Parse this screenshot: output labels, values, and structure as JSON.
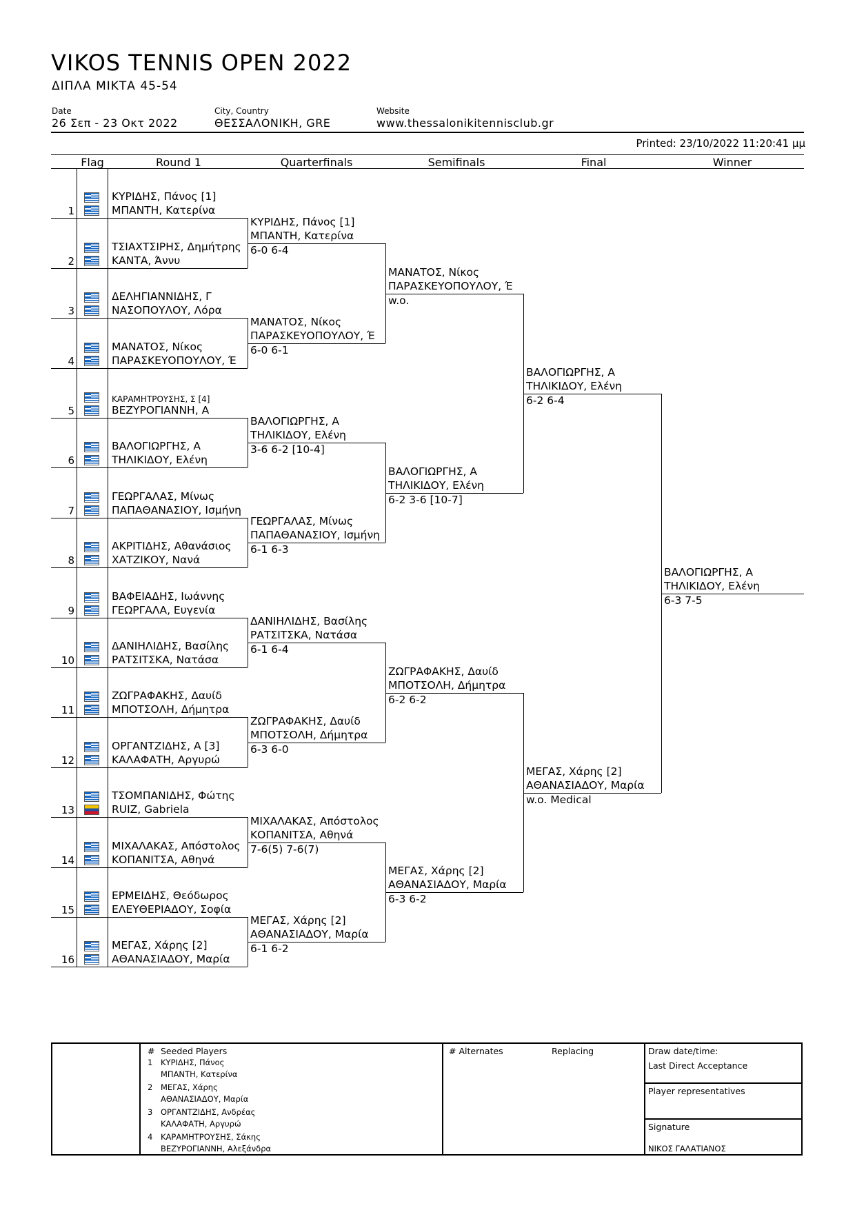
{
  "header": {
    "title": "VIKOS TENNIS OPEN 2022",
    "subtitle": "ΔΙΠΛΑ ΜΙΚΤΑ 45-54",
    "date_label": "Date",
    "date_value": "26 Σεπ - 23 Οκτ 2022",
    "city_label": "City, Country",
    "city_value": "ΘΕΣΣΑΛΟΝΙΚΗ, GRE",
    "website_label": "Website",
    "website_value": "www.thessalonikitennisclub.gr",
    "printed": "Printed: 23/10/2022 11:20:41 μμ"
  },
  "columns": {
    "flag": "Flag",
    "round1": "Round 1",
    "qf": "Quarterfinals",
    "sf": "Semifinals",
    "final": "Final",
    "winner": "Winner"
  },
  "round1": [
    {
      "num": "1",
      "p1": "ΚΥΡΙΔΗΣ, Πάνος [1]",
      "p2": "ΜΠΑΝΤΗ, Κατερίνα",
      "f1": "gre",
      "f2": "gre"
    },
    {
      "num": "2",
      "p1": "ΤΣΙΑΧΤΣΙΡΗΣ, Δημήτρης",
      "p2": "ΚΑΝΤΑ, Άννυ",
      "f1": "gre",
      "f2": "gre"
    },
    {
      "num": "3",
      "p1": "ΔΕΛΗΓΙΑΝΝΙΔΗΣ, Γ",
      "p2": "ΝΑΣΟΠΟΥΛΟΥ, Λόρα",
      "f1": "gre",
      "f2": "gre"
    },
    {
      "num": "4",
      "p1": "ΜΑΝΑΤΟΣ, Νίκος",
      "p2": "ΠΑΡΑΣΚΕΥΟΠΟΥΛΟΥ, Έ",
      "f1": "gre",
      "f2": "gre"
    },
    {
      "num": "5",
      "p1": "ΚΑΡΑΜΗΤΡΟΥΣΗΣ, Σ [4]",
      "p2": "ΒΕΖΥΡΟΓΙΑΝΝΗ, Α",
      "f1": "gre",
      "f2": "gre"
    },
    {
      "num": "6",
      "p1": "ΒΑΛΟΓΙΩΡΓΗΣ, Α",
      "p2": "ΤΗΛΙΚΙΔΟΥ, Ελένη",
      "f1": "gre",
      "f2": "gre"
    },
    {
      "num": "7",
      "p1": "ΓΕΩΡΓΑΛΑΣ, Μίνως",
      "p2": "ΠΑΠΑΘΑΝΑΣΙΟΥ, Ισμήνη",
      "f1": "gre",
      "f2": "gre"
    },
    {
      "num": "8",
      "p1": "ΑΚΡΙΤΙΔΗΣ, Αθανάσιος",
      "p2": "ΧΑΤΖΙΚΟΥ, Νανά",
      "f1": "gre",
      "f2": "gre"
    },
    {
      "num": "9",
      "p1": "ΒΑΦΕΙΑΔΗΣ, Ιωάννης",
      "p2": "ΓΕΩΡΓΑΛΑ, Ευγενία",
      "f1": "gre",
      "f2": "gre"
    },
    {
      "num": "10",
      "p1": "ΔΑΝΙΗΛΙΔΗΣ, Βασίλης",
      "p2": "ΡΑΤΣΙΤΣΚΑ, Νατάσα",
      "f1": "gre",
      "f2": "gre"
    },
    {
      "num": "11",
      "p1": "ΖΩΓΡΑΦΑΚΗΣ, Δαυίδ",
      "p2": "ΜΠΟΤΣΟΛΗ, Δήμητρα",
      "f1": "gre",
      "f2": "gre"
    },
    {
      "num": "12",
      "p1": "ΟΡΓΑΝΤΖΙΔΗΣ, Α [3]",
      "p2": "ΚΑΛΑΦΑΤΗ, Αργυρώ",
      "f1": "gre",
      "f2": "gre"
    },
    {
      "num": "13",
      "p1": "ΤΣΟΜΠΑΝΙΔΗΣ, Φώτης",
      "p2": "RUIZ, Gabriela",
      "f1": "gre",
      "f2": "ven"
    },
    {
      "num": "14",
      "p1": "ΜΙΧΑΛΑΚΑΣ, Απόστολος",
      "p2": "ΚΟΠΑΝΙΤΣΑ, Αθηνά",
      "f1": "gre",
      "f2": "gre"
    },
    {
      "num": "15",
      "p1": "ΕΡΜΕΙΔΗΣ, Θεόδωρος",
      "p2": "ΕΛΕΥΘΕΡΙΑΔΟΥ, Σοφία",
      "f1": "gre",
      "f2": "gre"
    },
    {
      "num": "16",
      "p1": "ΜΕΓΑΣ, Χάρης [2]",
      "p2": "ΑΘΑΝΑΣΙΑΔΟΥ, Μαρία",
      "f1": "gre",
      "f2": "gre"
    }
  ],
  "qf": [
    {
      "p1": "ΚΥΡΙΔΗΣ, Πάνος [1]",
      "p2": "ΜΠΑΝΤΗ, Κατερίνα",
      "score": "6-0 6-4"
    },
    {
      "p1": "ΜΑΝΑΤΟΣ, Νίκος",
      "p2": "ΠΑΡΑΣΚΕΥΟΠΟΥΛΟΥ, Έ",
      "score": "6-0 6-1"
    },
    {
      "p1": "ΒΑΛΟΓΙΩΡΓΗΣ, Α",
      "p2": "ΤΗΛΙΚΙΔΟΥ, Ελένη",
      "score": "3-6 6-2 [10-4]"
    },
    {
      "p1": "ΓΕΩΡΓΑΛΑΣ, Μίνως",
      "p2": "ΠΑΠΑΘΑΝΑΣΙΟΥ, Ισμήνη",
      "score": "6-1 6-3"
    },
    {
      "p1": "ΔΑΝΙΗΛΙΔΗΣ, Βασίλης",
      "p2": "ΡΑΤΣΙΤΣΚΑ, Νατάσα",
      "score": "6-1 6-4"
    },
    {
      "p1": "ΖΩΓΡΑΦΑΚΗΣ, Δαυίδ",
      "p2": "ΜΠΟΤΣΟΛΗ, Δήμητρα",
      "score": "6-3 6-0"
    },
    {
      "p1": "ΜΙΧΑΛΑΚΑΣ, Απόστολος",
      "p2": "ΚΟΠΑΝΙΤΣΑ, Αθηνά",
      "score": "7-6(5) 7-6(7)"
    },
    {
      "p1": "ΜΕΓΑΣ, Χάρης [2]",
      "p2": "ΑΘΑΝΑΣΙΑΔΟΥ, Μαρία",
      "score": "6-1 6-2"
    }
  ],
  "sf": [
    {
      "p1": "ΜΑΝΑΤΟΣ, Νίκος",
      "p2": "ΠΑΡΑΣΚΕΥΟΠΟΥΛΟΥ, Έ",
      "score": "w.o."
    },
    {
      "p1": "ΒΑΛΟΓΙΩΡΓΗΣ, Α",
      "p2": "ΤΗΛΙΚΙΔΟΥ, Ελένη",
      "score": "6-2 3-6 [10-7]"
    },
    {
      "p1": "ΖΩΓΡΑΦΑΚΗΣ, Δαυίδ",
      "p2": "ΜΠΟΤΣΟΛΗ, Δήμητρα",
      "score": "6-2 6-2"
    },
    {
      "p1": "ΜΕΓΑΣ, Χάρης [2]",
      "p2": "ΑΘΑΝΑΣΙΑΔΟΥ, Μαρία",
      "score": "6-3 6-2"
    }
  ],
  "final": [
    {
      "p1": "ΒΑΛΟΓΙΩΡΓΗΣ, Α",
      "p2": "ΤΗΛΙΚΙΔΟΥ, Ελένη",
      "score": "6-2 6-4"
    },
    {
      "p1": "ΜΕΓΑΣ, Χάρης [2]",
      "p2": "ΑΘΑΝΑΣΙΑΔΟΥ, Μαρία",
      "score": "w.o. Medical"
    }
  ],
  "winner": {
    "p1": "ΒΑΛΟΓΙΩΡΓΗΣ, Α",
    "p2": "ΤΗΛΙΚΙΔΟΥ, Ελένη",
    "score": "6-3 7-5"
  },
  "footer": {
    "seeded_hash": "#",
    "seeded_title": "Seeded Players",
    "seeded": [
      {
        "n": "1",
        "a": "ΚΥΡΙΔΗΣ, Πάνος",
        "b": "ΜΠΑΝΤΗ, Κατερίνα"
      },
      {
        "n": "2",
        "a": "ΜΕΓΑΣ, Χάρης",
        "b": "ΑΘΑΝΑΣΙΑΔΟΥ, Μαρία"
      },
      {
        "n": "3",
        "a": "ΟΡΓΑΝΤΖΙΔΗΣ, Ανδρέας",
        "b": "ΚΑΛΑΦΑΤΗ, Αργυρώ"
      },
      {
        "n": "4",
        "a": "ΚΑΡΑΜΗΤΡΟΥΣΗΣ, Σάκης",
        "b": "ΒΕΖΥΡΟΓΙΑΝΝΗ, Αλεξάνδρα"
      }
    ],
    "alternates": "# Alternates",
    "replacing": "Replacing",
    "draw_date": "Draw date/time:",
    "last_direct": "Last Direct Acceptance",
    "player_reps": "Player representatives",
    "signature": "Signature",
    "signer": "ΝΙΚΟΣ ΓΑΛΑΤΙΑΝΟΣ"
  }
}
